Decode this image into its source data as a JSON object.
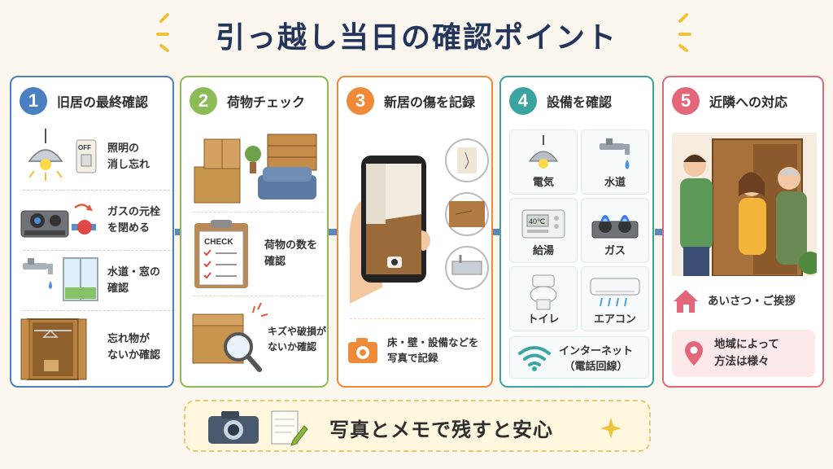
{
  "title": "引っ越し当日の確認ポイント",
  "colors": {
    "step1": "#4a7fc0",
    "step2": "#8dbb55",
    "step3": "#ee8a38",
    "step4": "#3aa5a0",
    "step5": "#e2677a",
    "title": "#23355a",
    "arrow": "#5b87bd"
  },
  "steps": [
    {
      "number": "1",
      "label": "旧居の最終確認",
      "items": [
        {
          "text_line1": "照明の",
          "text_line2": "消し忘れ",
          "icon": "ceiling-lamp-icon"
        },
        {
          "text_line1": "ガスの元栓",
          "text_line2": "を閉める",
          "icon": "gas-stove-icon"
        },
        {
          "text_line1": "水道・窓の",
          "text_line2": "確認",
          "icon": "faucet-window-icon"
        },
        {
          "text_line1": "忘れ物が",
          "text_line2": "ないか確認",
          "icon": "empty-closet-icon"
        }
      ]
    },
    {
      "number": "2",
      "label": "荷物チェック",
      "items": [
        {
          "text_line1": "荷物の数を",
          "text_line2": "確認",
          "icon": "checklist-icon"
        },
        {
          "text_line1": "キズや破損が",
          "text_line2": "ないか確認",
          "icon": "magnifier-box-icon"
        }
      ],
      "checklist_heading": "CHECK"
    },
    {
      "number": "3",
      "label": "新居の傷を記録",
      "items": [
        {
          "text_line1": "床・壁・設備などを",
          "text_line2": "写真で記録",
          "icon": "camera-icon"
        }
      ]
    },
    {
      "number": "4",
      "label": "設備を確認",
      "grid": [
        {
          "label": "電気",
          "icon": "lamp-icon"
        },
        {
          "label": "水道",
          "icon": "faucet-icon"
        },
        {
          "label": "給湯",
          "icon": "water-heater-icon"
        },
        {
          "label": "ガス",
          "icon": "gas-burner-icon"
        },
        {
          "label": "トイレ",
          "icon": "toilet-icon"
        },
        {
          "label": "エアコン",
          "icon": "air-conditioner-icon"
        }
      ],
      "heater_display": "40℃",
      "internet_line1": "インターネット",
      "internet_line2": "（電話回線）"
    },
    {
      "number": "5",
      "label": "近隣への対応",
      "items": [
        {
          "text_line1": "あいさつ・ご挨拶",
          "icon": "house-icon"
        },
        {
          "text_line1": "地域によって",
          "text_line2": "方法は様々",
          "icon": "location-pin-icon"
        }
      ]
    }
  ],
  "banner": {
    "text": "写真とメモで残すと安心"
  }
}
